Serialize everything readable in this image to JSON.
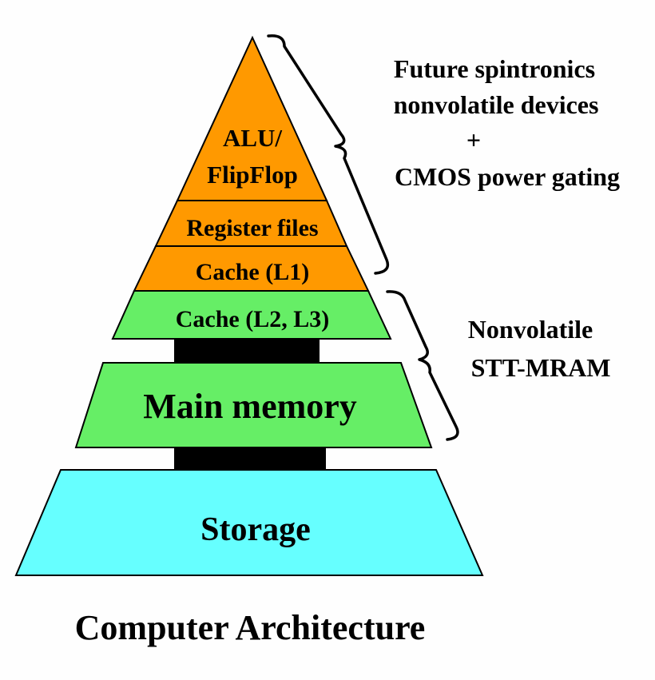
{
  "diagram": {
    "title": "Computer Architecture",
    "colors": {
      "orange": "#ff9900",
      "green": "#66ee66",
      "cyan": "#66ffff",
      "connector": "#000000",
      "stroke": "#000000"
    },
    "levels": {
      "alu_line1": "ALU/",
      "alu_line2": "FlipFlop",
      "register_files": "Register files",
      "cache_l1": "Cache (L1)",
      "cache_l2_l3": "Cache (L2, L3)",
      "main_memory": "Main memory",
      "storage": "Storage"
    },
    "annotations": {
      "spintronics_line1": "Future spintronics",
      "spintronics_line2": "nonvolatile devices",
      "spintronics_plus": "+",
      "spintronics_line3": "CMOS power gating",
      "stt_line1": "Nonvolatile",
      "stt_line2": "STT-MRAM"
    }
  }
}
